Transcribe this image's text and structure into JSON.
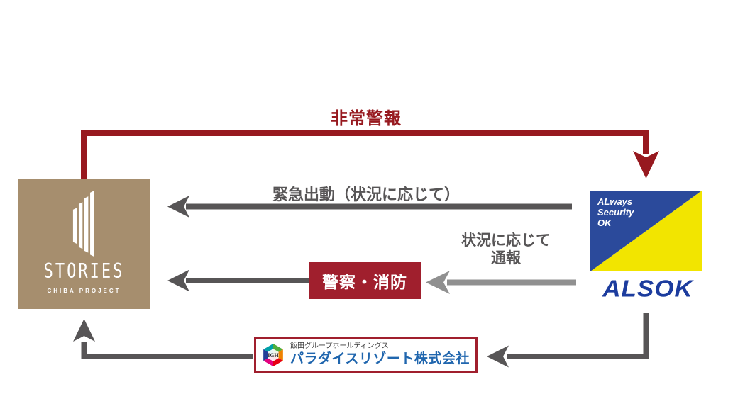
{
  "flow_labels": {
    "emergency_alarm": "非常警報",
    "emergency_dispatch": "緊急出動（状況に応じて）",
    "report_line1": "状況に応じて",
    "report_line2": "通報"
  },
  "nodes": {
    "stories": {
      "wordmark": "STORIES",
      "tagline": "CHIBA PROJECT"
    },
    "alsok": {
      "emblem_lines": [
        "ALways",
        "Security",
        "OK"
      ],
      "wordmark": "ALSOK"
    },
    "police_fire": {
      "label": "警察・消防"
    },
    "paradise_resort": {
      "group_name": "飯田グループホールディングス",
      "company_name": "パラダイスリゾート株式会社",
      "logo_monogram": "IGH"
    }
  },
  "colors": {
    "alarm_red": "#97191F",
    "box_red": "#A01F2D",
    "dark_gray_arrow": "#575556",
    "light_gray_arrow": "#909090",
    "stories_tan": "#A68E6E",
    "alsok_blue": "#2B4A9B",
    "alsok_yellow": "#F2E500",
    "alsok_wordmark_blue": "#1C3C9E",
    "paradise_blue": "#2066AE"
  }
}
